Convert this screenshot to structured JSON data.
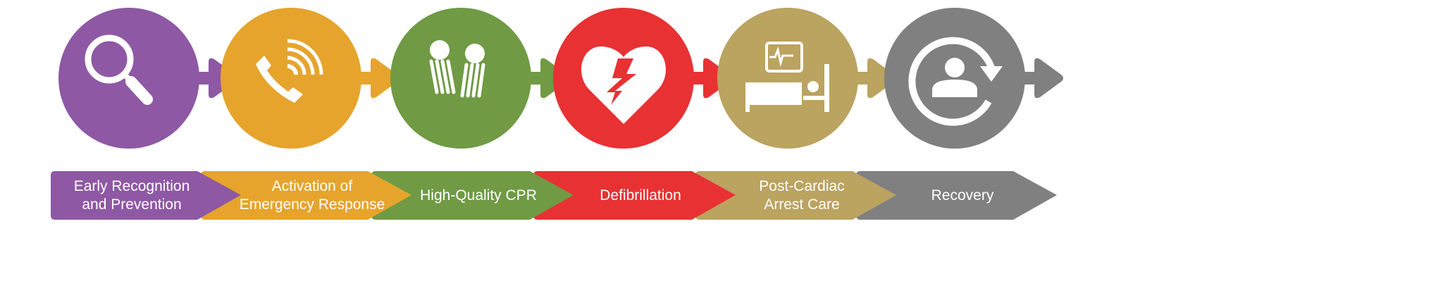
{
  "steps": [
    {
      "id": "early-recognition",
      "lines": [
        "Early Recognition",
        "and Prevention"
      ],
      "color": "#8E58A4",
      "icon": "magnifying-glass-icon"
    },
    {
      "id": "activation",
      "lines": [
        "Activation of",
        "Emergency Response"
      ],
      "color": "#E6A42C",
      "icon": "phone-call-icon"
    },
    {
      "id": "cpr",
      "lines": [
        "High-Quality CPR"
      ],
      "color": "#709A44",
      "icon": "cpr-hands-icon"
    },
    {
      "id": "defibrillation",
      "lines": [
        "Defibrillation"
      ],
      "color": "#E83133",
      "icon": "aed-heart-icon"
    },
    {
      "id": "post-cardiac",
      "lines": [
        "Post-Cardiac",
        "Arrest Care"
      ],
      "color": "#BBA360",
      "icon": "hospital-bed-monitor-icon"
    },
    {
      "id": "recovery",
      "lines": [
        "Recovery"
      ],
      "color": "#808080",
      "icon": "person-recovery-cycle-icon"
    }
  ]
}
